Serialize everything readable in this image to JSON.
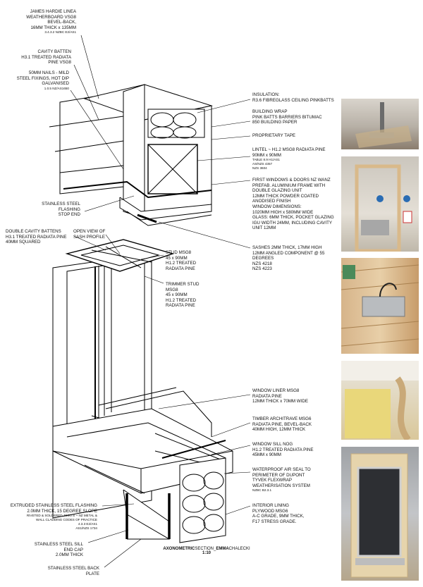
{
  "labels_left": [
    {
      "id": "weatherboard",
      "text": "JAMES HARDIE LINEA\nWEATHERBOARD VSG8\nBEVEL-BACK,\n16MM THICK x 135MM",
      "sub": "3.4.3.2 NZBC E2/AS1"
    },
    {
      "id": "cavity-batten",
      "text": "CAVITY BATTEN\nH3.1 TREATED RADIATA\nPINE  VSG8",
      "sub": ""
    },
    {
      "id": "nails",
      "text": "50MM NAILS - MILD\nSTEEL FIXINGS, HOT DIP\nGALVANISED",
      "sub": "1.0.5 NZ/AS1650"
    },
    {
      "id": "flashing-stop",
      "text": "STAINLESS STEEL\nFLASHING\nSTOP END",
      "sub": ""
    },
    {
      "id": "double-battens",
      "text": "DOUBLE CAVITY BATTENS\nH3.1 TREATED RADIATA PINE\n40MM SQUARED",
      "sub": ""
    },
    {
      "id": "sash-view",
      "text": "OPEN VIEW OF\nSASH PROFILE",
      "sub": ""
    },
    {
      "id": "extruded-flashing",
      "text": "EXTRUDED STAINLESS STEEL FLASHING\n2.0MM THICK, 15 DEGREE SLOPE",
      "sub": "RIVETED & SOLDERED JOINTS ~ NZ METAL &\nWALL CLADDING CODES OF PRACTICE\n4.3.3 E2/AS1\nAS1/NZS 1734"
    },
    {
      "id": "sill-end-cap",
      "text": "STAINLESS STEEL SILL\nEND CAP\n2.0MM THICK",
      "sub": ""
    },
    {
      "id": "back-plate",
      "text": "STAINLESS STEEL BACK\nPLATE",
      "sub": ""
    }
  ],
  "labels_mid": [
    {
      "id": "stud",
      "text": "STUD MSG8\n45 x 90MM\nH1.2 TREATED\nRADIATA PINE",
      "sub": ""
    },
    {
      "id": "trimmer-stud",
      "text": "TRIMMER STUD\nMSG8\n45 x 90MM\nH1.2 TREATED\nRADIATA PINE",
      "sub": ""
    }
  ],
  "labels_right": [
    {
      "id": "insulation",
      "text": "INSULATION:\nR3.6 FIBREGLASS CEILING PINKBATTS",
      "sub": ""
    },
    {
      "id": "building-wrap",
      "text": "BUILDING WRAP\nPINK BATTS BARRIERS BITUMAC\n850 BUILDING PAPER",
      "sub": ""
    },
    {
      "id": "tape",
      "text": "PROPRIETARY TAPE",
      "sub": ""
    },
    {
      "id": "lintel",
      "text": "LINTEL ~ H1.2 MSG8 RADIATA PINE\n90MM x 90MM",
      "sub": "TABLE 8.9 H1/AS1\nAS/NZS 4357\nNZS 3604"
    },
    {
      "id": "windows",
      "text": "FIRST WINDOWS & DOORS NZ WANZ\nPREFAB. ALUMINIUM FRAME WITH\nDOUBLE GLAZING UNIT\n12MM THICK POWDER COATED\nANODISED FINISH\nWINDOW DIMENSIONS:\n1020MM HIGH  x 580MM WIDE\nGLASS: 6MM THICK, POCKET GLAZING\nIGU WIDTH 24MM, INCLUDING CAVITY\nUNIT 12MM",
      "sub": ""
    },
    {
      "id": "sashes",
      "text": "SASHES 2MM THICK, 17MM HIGH\n12MM ANGLED COMPONENT @ 55\nDEGREES\nNZS 4218\nNZS 4223",
      "sub": ""
    },
    {
      "id": "window-liner",
      "text": "WINDOW LINER MSG8\nRADIATA PINE\n12MM THICK x 70MM WIDE",
      "sub": ""
    },
    {
      "id": "architrave",
      "text": "TIMBER ARCHITRAVE MSG6\nRADIATA PINE, BEVEL-BACK\n40MM HIGH, 12MM THICK",
      "sub": ""
    },
    {
      "id": "sill-nog",
      "text": "WINDOW SILL NOG\nH1.2 TREATED RADIATA PINE\n45MM x 90MM",
      "sub": ""
    },
    {
      "id": "air-seal",
      "text": "WATERPROOF AIR SEAL TO\nPERIMETER OF  DUPONT\nTYVEK FLEXWRAP\nWEATHERISATION SYSTEM",
      "sub": "NZBC B2.3.1"
    },
    {
      "id": "interior-lining",
      "text": "INTERIOR LINING\nPLYWOOD MSG6\nA-C GRADE, 9MM THICK,\nF17 STRESS GRADE.",
      "sub": ""
    }
  ],
  "title": {
    "bold": "AXONOMETRIC",
    "normal": "SECTION_",
    "author": "EMMA",
    "author_rest": "CHALECKI",
    "scale": "1:10"
  },
  "photos": [
    {
      "name": "photo-flashing-detail"
    },
    {
      "name": "photo-window-frame-lab"
    },
    {
      "name": "photo-flashing-weatherboard"
    },
    {
      "name": "photo-insulation-cavity"
    },
    {
      "name": "photo-window-model"
    }
  ]
}
